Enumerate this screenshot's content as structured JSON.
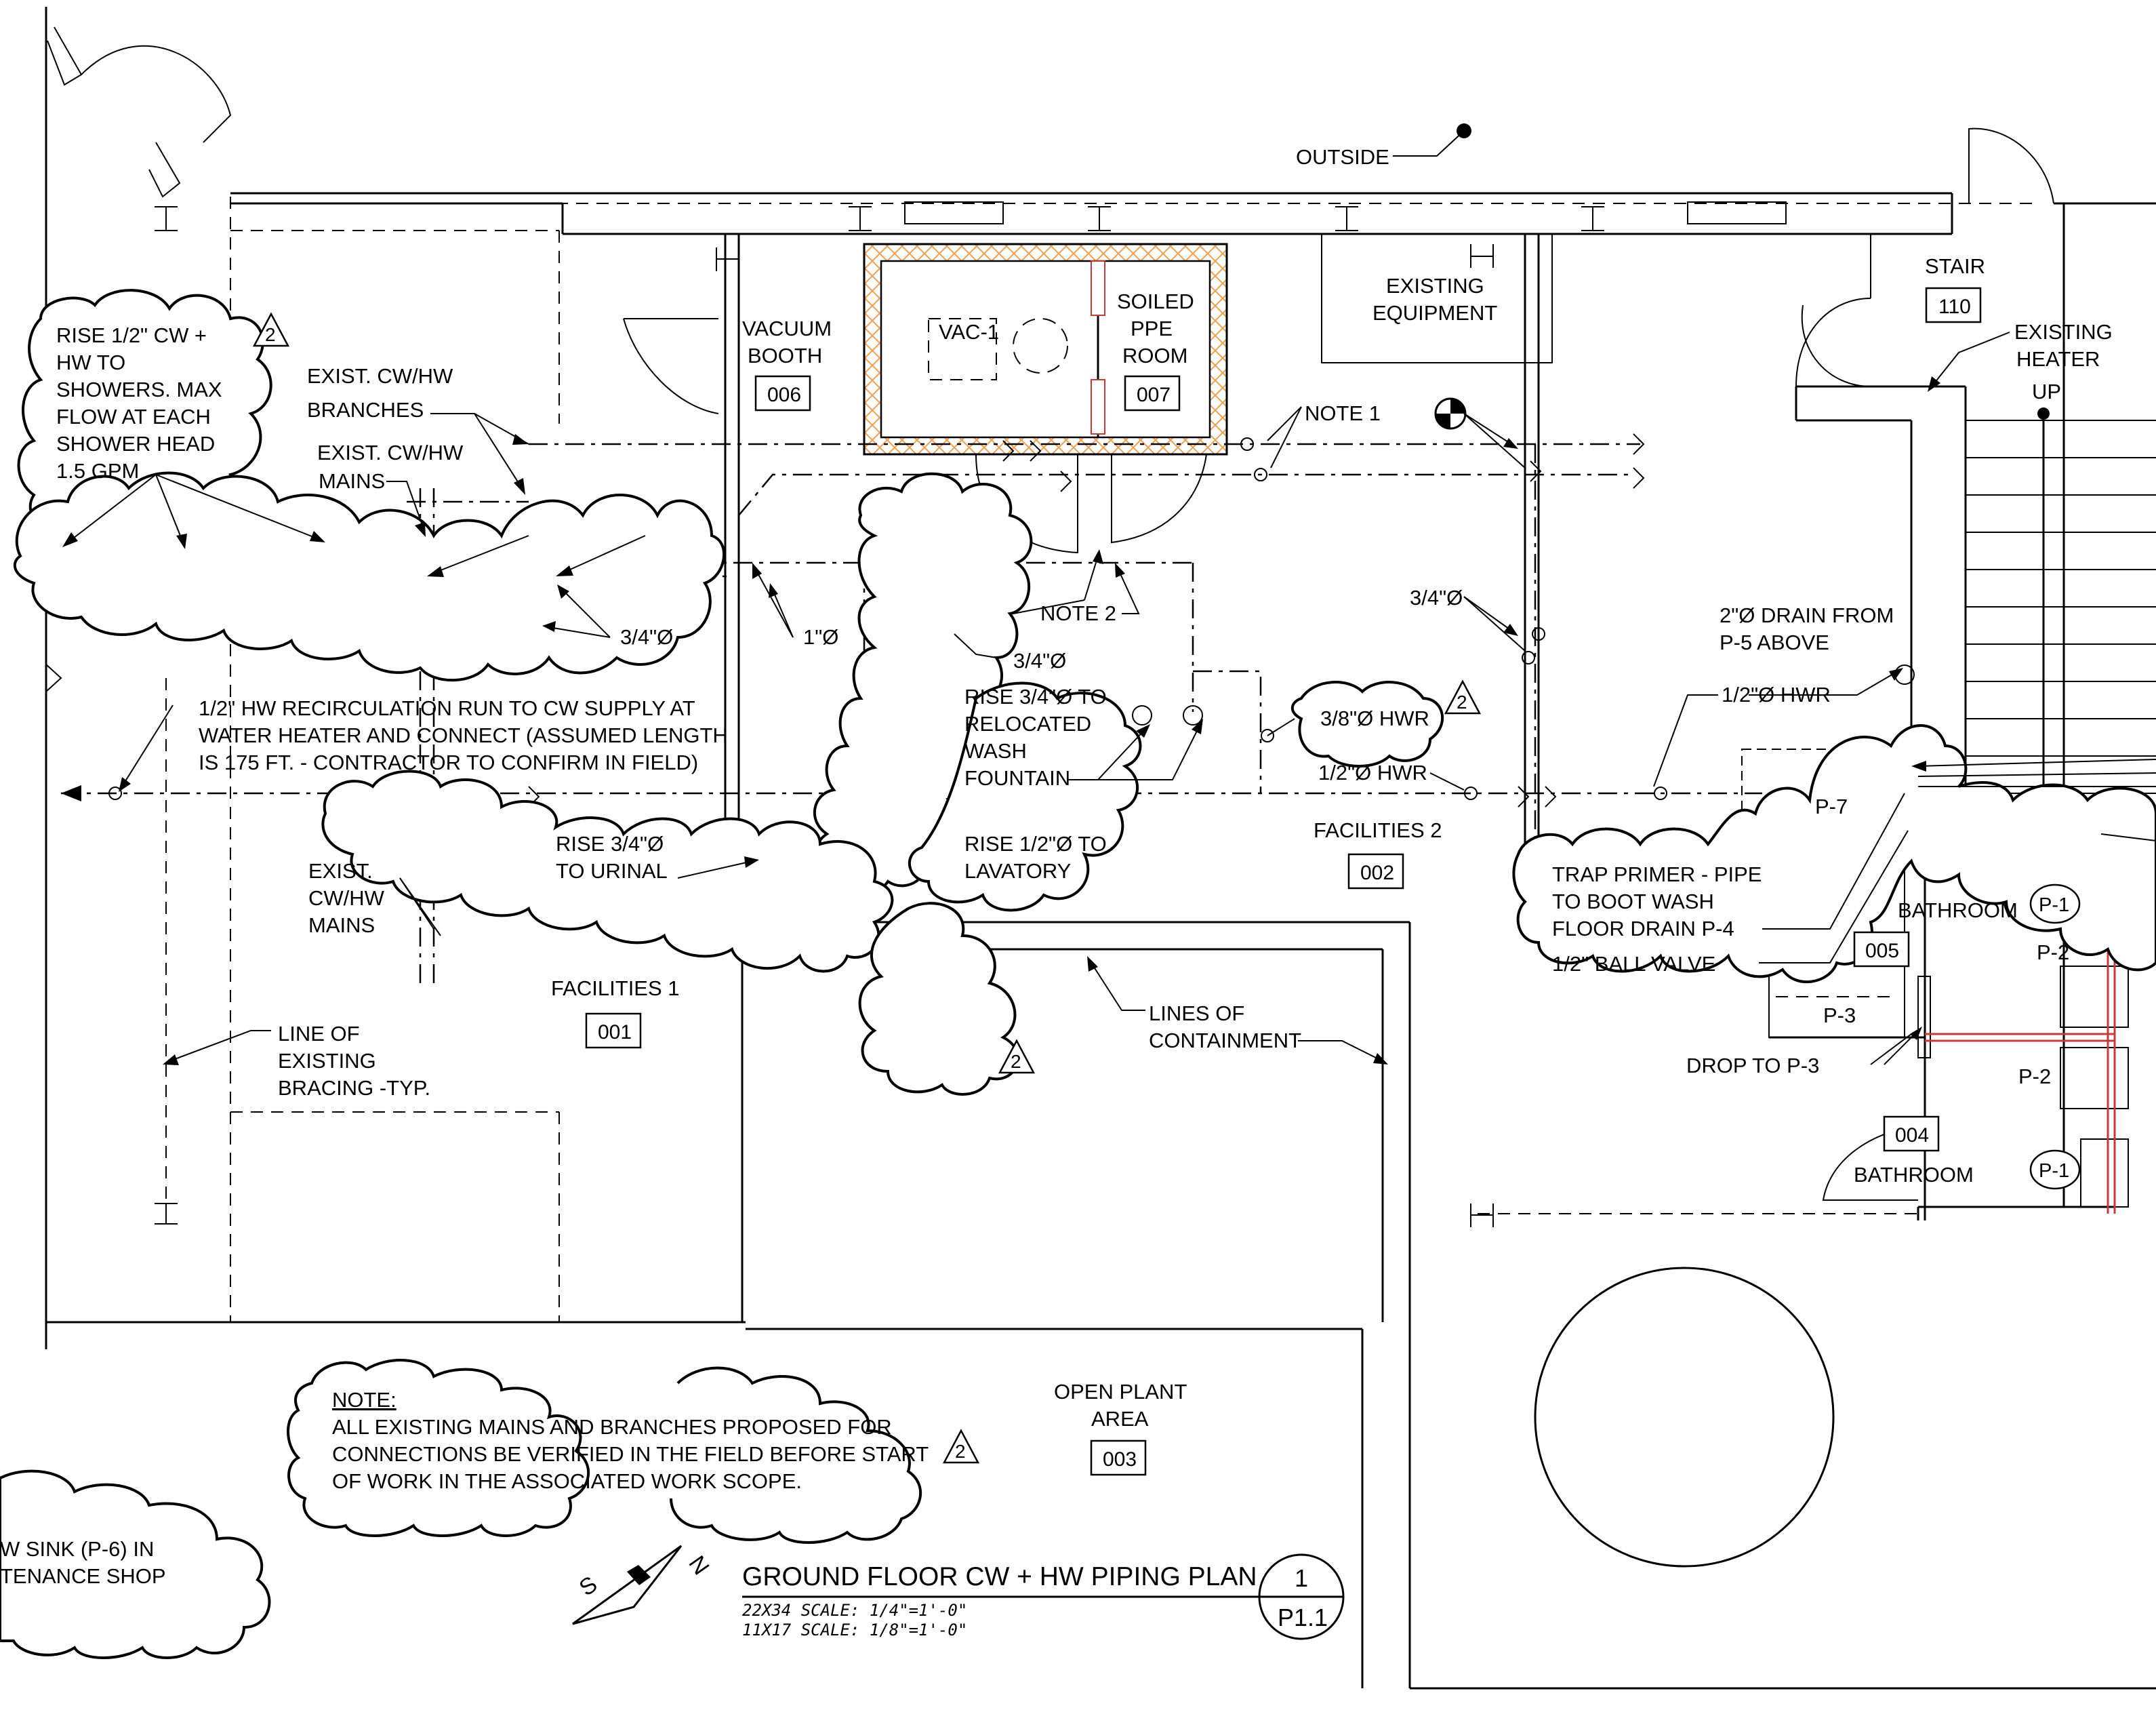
{
  "title_block": {
    "title": "GROUND FLOOR CW + HW PIPING PLAN",
    "scale_22x34": "22X34  SCALE: 1/4\"=1'-0\"",
    "scale_11x17": "11X17  SCALE: 1/8\"=1'-0\"",
    "detail_number": "1",
    "sheet_number": "P1.1",
    "north_labels": {
      "s": "S",
      "n": "N"
    }
  },
  "rooms": {
    "vacuum_booth": {
      "name_line1": "VACUUM",
      "name_line2": "BOOTH",
      "number": "006"
    },
    "soiled_ppe": {
      "name_line1": "SOILED",
      "name_line2": "PPE",
      "name_line3": "ROOM",
      "number": "007"
    },
    "stair": {
      "name": "STAIR",
      "number": "110"
    },
    "facilities_2": {
      "name": "FACILITIES 2",
      "number": "002"
    },
    "facilities_1": {
      "name": "FACILITIES 1",
      "number": "001"
    },
    "bathroom_005": {
      "name": "BATHROOM",
      "number": "005"
    },
    "bathroom_004": {
      "name": "BATHROOM",
      "number": "004"
    },
    "open_plant": {
      "name_line1": "OPEN PLANT",
      "name_line2": "AREA",
      "number": "003"
    }
  },
  "labels": {
    "outside": "OUTSIDE",
    "existing_equipment_1": "EXISTING",
    "existing_equipment_2": "EQUIPMENT",
    "vac1": "VAC-1",
    "note1": "NOTE 1",
    "note2": "NOTE 2",
    "existing_heater_1": "EXISTING",
    "existing_heater_2": "HEATER",
    "up": "UP",
    "exist_branches_1": "EXIST. CW/HW",
    "exist_branches_2": "BRANCHES",
    "exist_mains_1": "EXIST. CW/HW",
    "exist_mains_2": "MAINS",
    "exist_mains_b1": "EXIST.",
    "exist_mains_b2": "CW/HW",
    "exist_mains_b3": "MAINS",
    "size_34_a": "3/4\"Ø",
    "size_1": "1\"Ø",
    "size_34_b": "3/4\"Ø",
    "size_34_c": "3/4\"Ø",
    "hwr_38": "3/8\"Ø HWR",
    "hwr_12_a": "1/2\"Ø HWR",
    "hwr_12_b": "1/2\"Ø HWR",
    "drain_1": "2\"Ø DRAIN FROM",
    "drain_2": "P-5 ABOVE",
    "recirc_1": "1/2\" HW RECIRCULATION RUN TO CW SUPPLY AT",
    "recirc_2": "WATER HEATER AND CONNECT (ASSUMED LENGTH",
    "recirc_3": "IS 175 FT. - CONTRACTOR TO CONFIRM IN FIELD)",
    "rise_fountain_1": "RISE 3/4\"Ø TO",
    "rise_fountain_2": "RELOCATED",
    "rise_fountain_3": "WASH",
    "rise_fountain_4": "FOUNTAIN",
    "rise_urinal_1": "RISE 3/4\"Ø",
    "rise_urinal_2": "TO URINAL",
    "rise_lav_1": "RISE 1/2\"Ø TO",
    "rise_lav_2": "LAVATORY",
    "showers_1": "RISE 1/2\" CW +",
    "showers_2": "HW TO",
    "showers_3": "SHOWERS. MAX",
    "showers_4": "FLOW AT EACH",
    "showers_5": "SHOWER HEAD",
    "showers_6": "1.5 GPM",
    "trap_1": "TRAP PRIMER - PIPE",
    "trap_2": "TO BOOT WASH",
    "trap_3": "FLOOR DRAIN P-4",
    "ball_valve": "1/2\" BALL VALVE",
    "drop_p3": "DROP TO P-3",
    "bracing_1": "LINE OF",
    "bracing_2": "EXISTING",
    "bracing_3": "BRACING -TYP.",
    "containment_1": "LINES OF",
    "containment_2": "CONTAINMENT",
    "sink_1": "W SINK (P-6) IN",
    "sink_2": "TENANCE SHOP",
    "rev": "2"
  },
  "fixtures": {
    "p7": "P-7",
    "p3": "P-3",
    "p2_a": "P-2",
    "p2_b": "P-2",
    "p1_a": "P-1",
    "p1_b": "P-1"
  },
  "note": {
    "heading": "NOTE:",
    "line1": "ALL EXISTING MAINS AND BRANCHES PROPOSED FOR",
    "line2": "CONNECTIONS BE VERIFIED IN THE FIELD BEFORE START",
    "line3": "OF WORK IN THE ASSOCIATED WORK SCOPE."
  },
  "colors": {
    "line": "#000000",
    "hatch": "#f0a050",
    "pipe_red": "#c83a3a",
    "background": "#ffffff"
  }
}
